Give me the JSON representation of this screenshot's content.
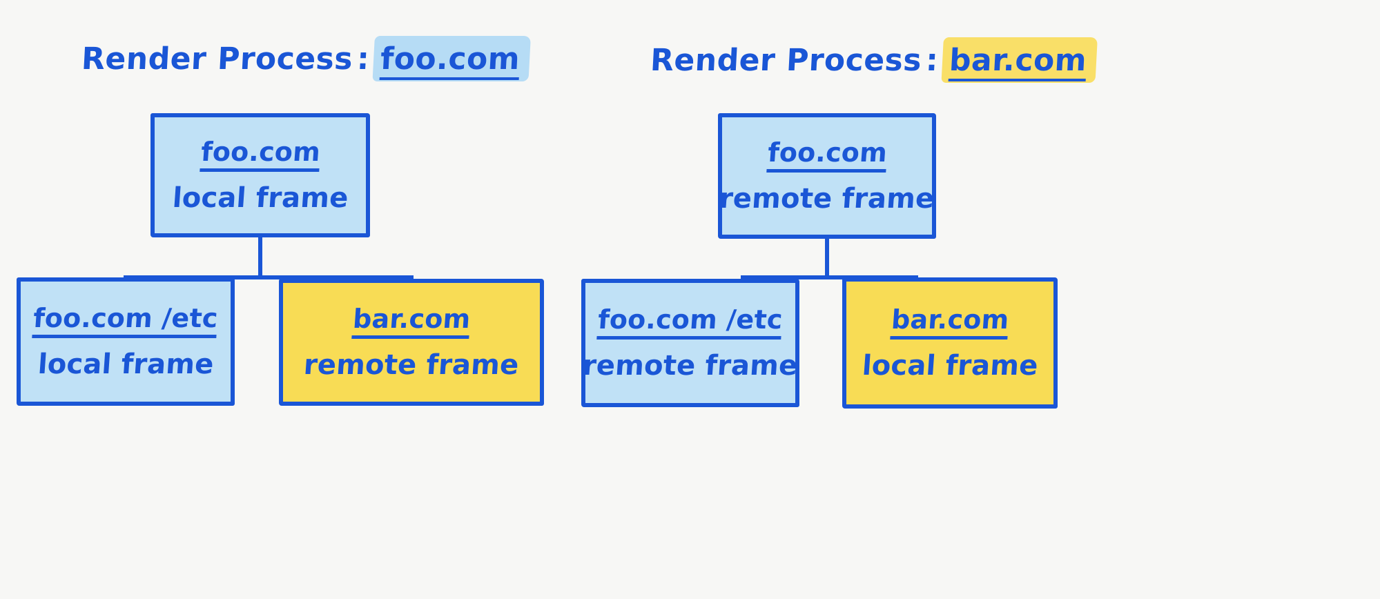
{
  "background_color": "#f7f7f5",
  "accent_color": "#1a56d6",
  "fill_blue": "#c0e1f6",
  "fill_yellow": "#f8dc55",
  "highlight_blue": "#b6dcf5",
  "highlight_yellow": "#f9df68",
  "panels": [
    {
      "id": "render-process-foo",
      "header": {
        "label": "Render Process",
        "separator": ":",
        "domain": "foo.com",
        "highlight": "blue"
      },
      "nodes": {
        "parent": {
          "domain": "foo.com",
          "kind": "local frame",
          "fill": "blue"
        },
        "child_left": {
          "domain": "foo.com /etc",
          "kind": "local frame",
          "fill": "blue"
        },
        "child_right": {
          "domain": "bar.com",
          "kind": "remote frame",
          "fill": "yellow"
        }
      }
    },
    {
      "id": "render-process-bar",
      "header": {
        "label": "Render Process",
        "separator": ":",
        "domain": "bar.com",
        "highlight": "yellow"
      },
      "nodes": {
        "parent": {
          "domain": "foo.com",
          "kind": "remote frame",
          "fill": "blue"
        },
        "child_left": {
          "domain": "foo.com /etc",
          "kind": "remote frame",
          "fill": "blue"
        },
        "child_right": {
          "domain": "bar.com",
          "kind": "local frame",
          "fill": "yellow"
        }
      }
    }
  ]
}
